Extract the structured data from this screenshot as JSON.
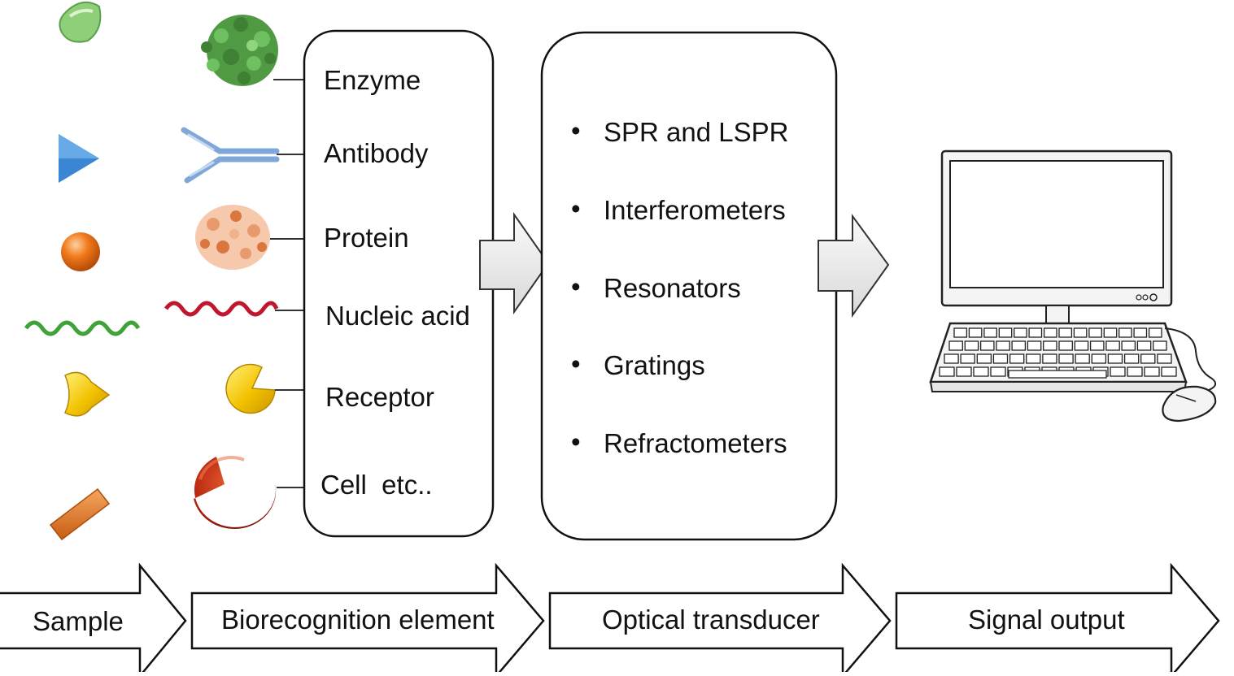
{
  "biorecognition": {
    "items": [
      "Enzyme",
      "Antibody",
      "Protein",
      "Nucleic acid",
      "Receptor",
      "Cell  etc.."
    ]
  },
  "transducer": {
    "bullet": "•",
    "items": [
      "SPR and LSPR",
      "Interferometers",
      "Resonators",
      "Gratings",
      "Refractometers"
    ]
  },
  "stages": [
    "Sample",
    "Biorecognition element",
    "Optical transducer",
    "Signal output"
  ],
  "colors": {
    "analyte_leaf": "#8fcf7a",
    "analyte_triangle": "#3a86d4",
    "analyte_sphere": "#f07a1c",
    "analyte_wave": "#3fa33a",
    "analyte_heart": "#f2c200",
    "analyte_bar": "#e4792a",
    "enzyme": "#4f9a43",
    "antibody": "#7fa8d8",
    "protein": "#e89a6c",
    "nucleic_acid": "#c0162e",
    "receptor": "#f2c200",
    "cell": "#b8260f"
  }
}
